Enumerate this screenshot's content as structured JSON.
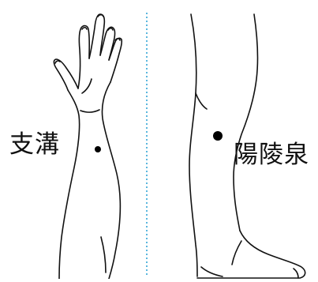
{
  "panels": [
    {
      "limb": "forearm",
      "point_name": "支溝"
    },
    {
      "limb": "lower-leg",
      "point_name": "陽陵泉"
    }
  ],
  "colors": {
    "outline": "#111111",
    "point": "#000000",
    "divider": "#5bb7de",
    "background": "#ffffff"
  },
  "icons": [
    "acupoint-marker-dot"
  ]
}
